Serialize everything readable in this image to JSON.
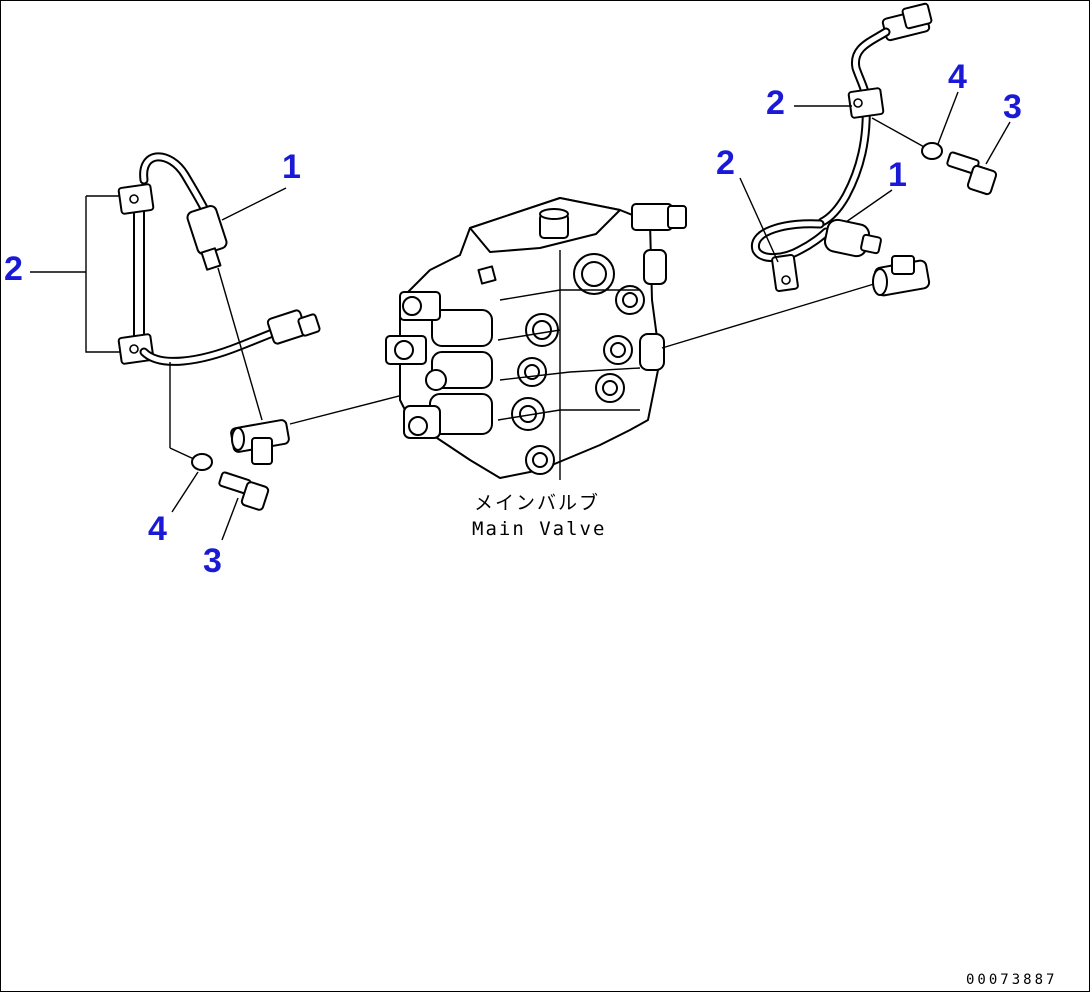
{
  "valve_label_ja": "メインバルブ",
  "valve_label_en": "Main Valve",
  "drawing_code": "00073887",
  "callouts": {
    "left_2": "2",
    "left_1": "1",
    "left_4": "4",
    "left_3": "3",
    "right_2_top": "2",
    "right_2_lower": "2",
    "right_4": "4",
    "right_3": "3",
    "right_1": "1"
  },
  "colors": {
    "callout": "#1a1ad6",
    "line": "#000000"
  }
}
